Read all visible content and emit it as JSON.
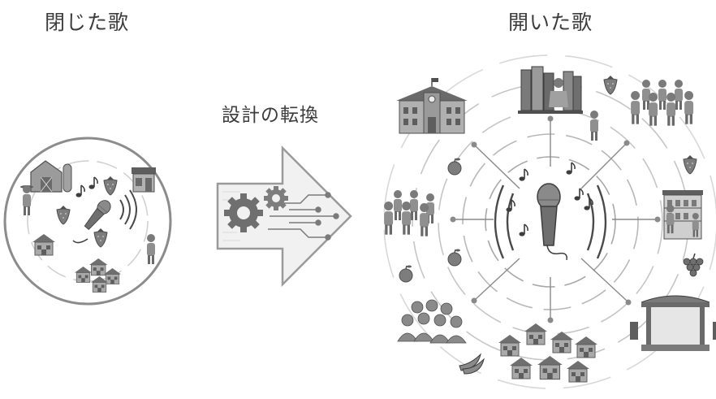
{
  "headings": {
    "closed_song": "閉じた歌",
    "open_song": "開いた歌",
    "design_shift": "設計の転換"
  },
  "icons": {
    "closed_side": [
      "barn-icon",
      "shop-icon",
      "house-icon",
      "village-icon",
      "farmer-icon",
      "person-icon",
      "microphone-icon",
      "strawberry-icon",
      "music-note-icon"
    ],
    "open_side": [
      "school-icon",
      "library-icon",
      "crowd-icon",
      "market-icon",
      "grapes-icon",
      "stage-icon",
      "town-icon",
      "audience-icon",
      "banana-icon",
      "apple-icon",
      "strawberry-icon",
      "microphone-icon",
      "music-note-icon"
    ],
    "transition": [
      "arrow-icon",
      "gear-icon",
      "circuit-icon"
    ]
  },
  "colors": {
    "ink": "#3d3d3d",
    "icon_fill": "#8a8a8a",
    "icon_dark": "#5e5e5e",
    "ring_line": "#c6c6c6"
  }
}
